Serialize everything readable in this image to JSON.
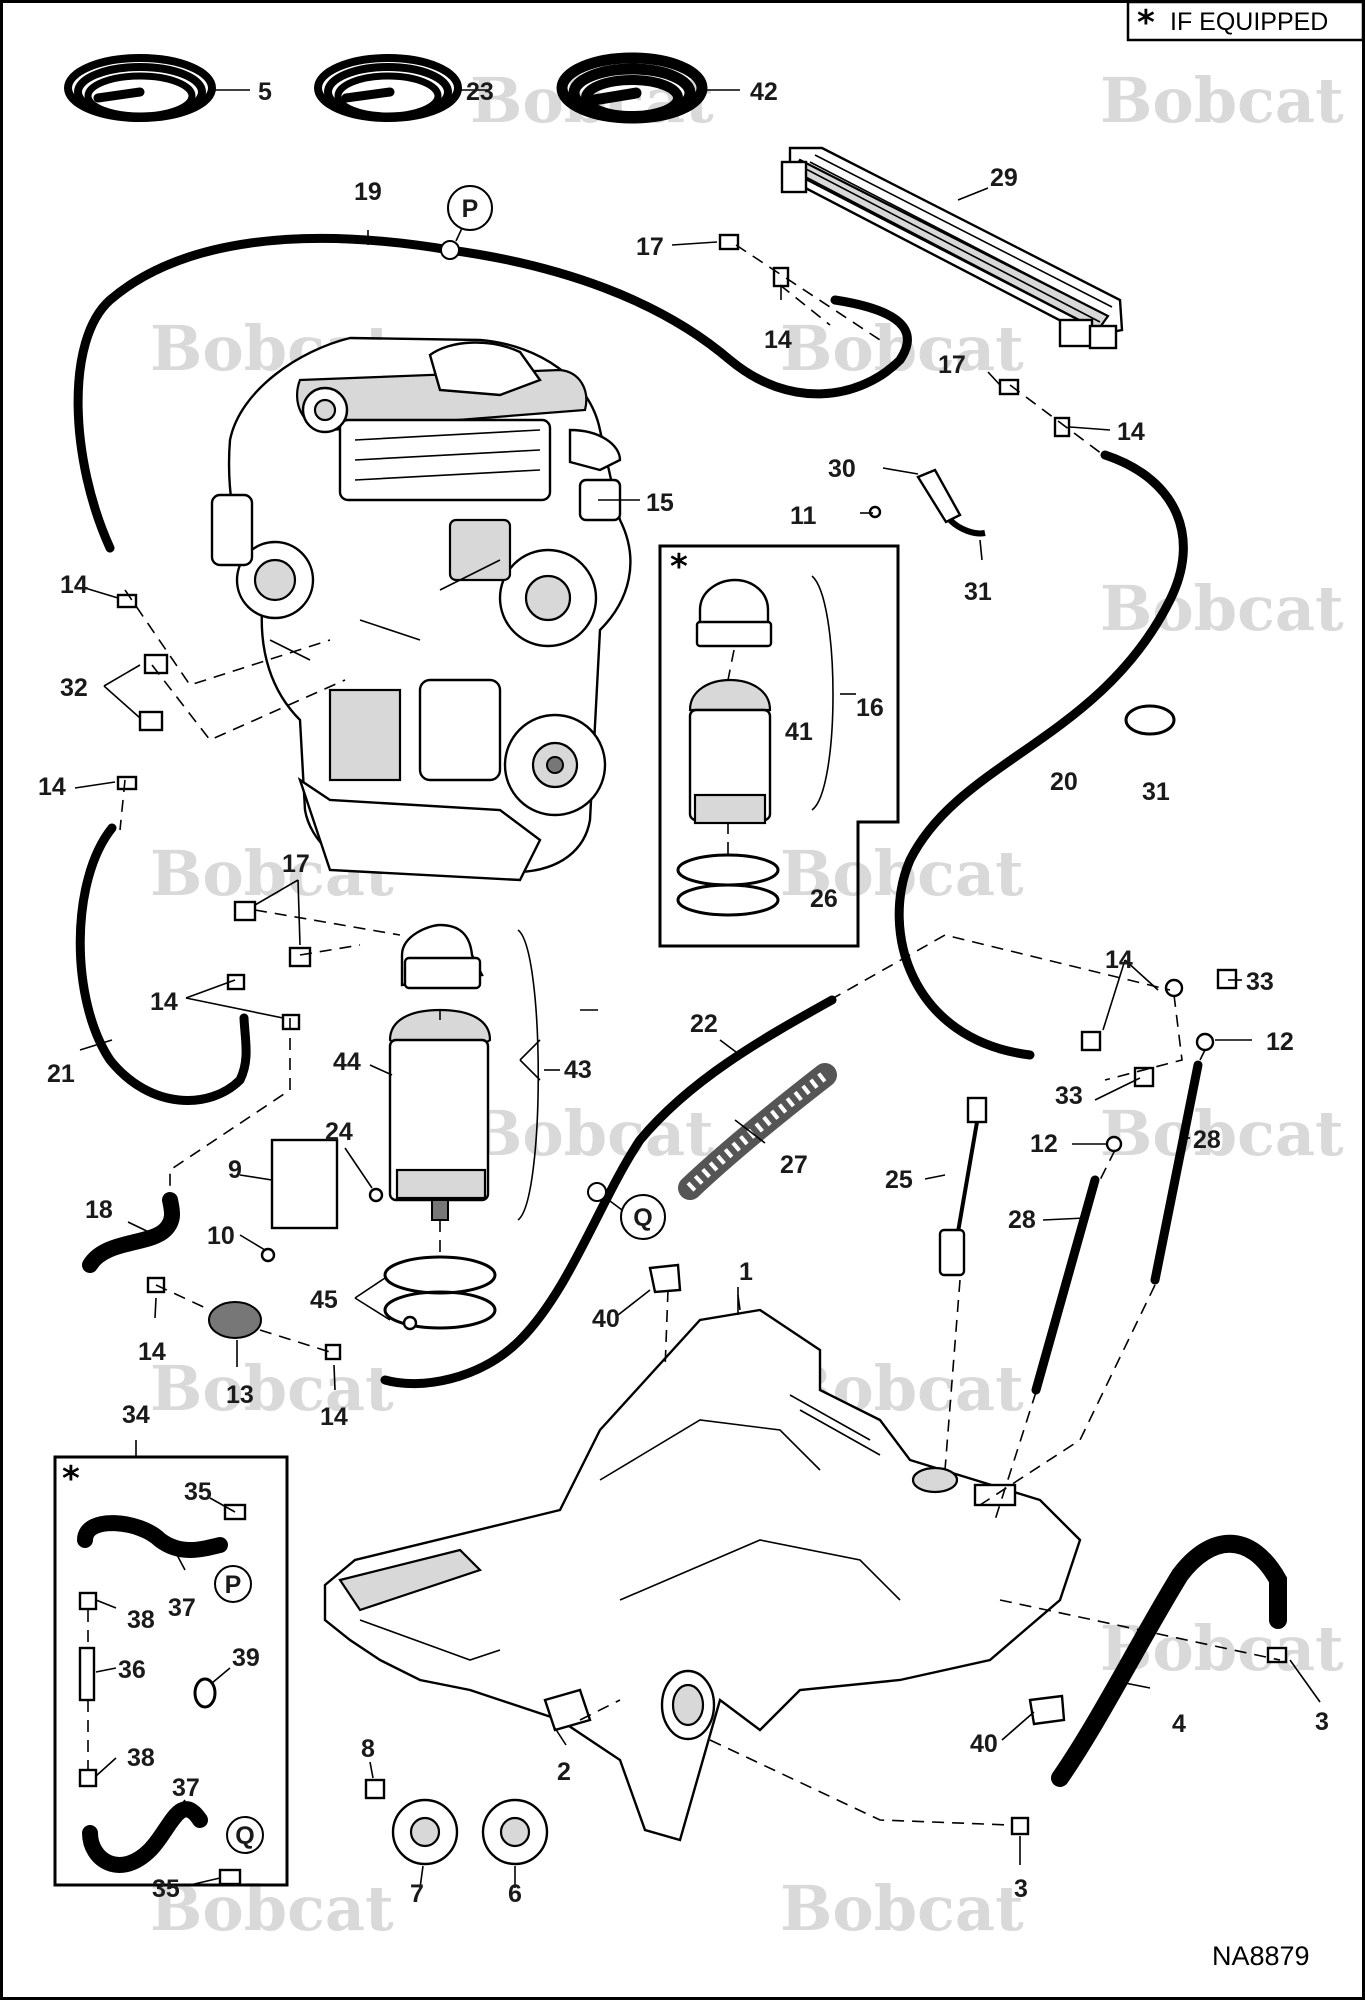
{
  "equipped_note": {
    "symbol": "*",
    "text": "IF EQUIPPED"
  },
  "watermark": "Bobcat",
  "drawing_code": "NA8879",
  "subgroup_markers": {
    "star": "*",
    "p": "P",
    "q": "Q"
  },
  "callouts": {
    "c1": "1",
    "c2": "2",
    "c3": "3",
    "c4": "4",
    "c5": "5",
    "c6": "6",
    "c7": "7",
    "c8": "8",
    "c9": "9",
    "c10": "10",
    "c11": "11",
    "c12": "12",
    "c13": "13",
    "c14": "14",
    "c15": "15",
    "c16": "16",
    "c17": "17",
    "c18": "18",
    "c19": "19",
    "c20": "20",
    "c21": "21",
    "c22": "22",
    "c23": "23",
    "c24": "24",
    "c25": "25",
    "c26": "26",
    "c27": "27",
    "c28": "28",
    "c29": "29",
    "c30": "30",
    "c31": "31",
    "c32": "32",
    "c33": "33",
    "c34": "34",
    "c35": "35",
    "c36": "36",
    "c37": "37",
    "c38": "38",
    "c39": "39",
    "c40": "40",
    "c41": "41",
    "c42": "42",
    "c43": "43",
    "c44": "44",
    "c45": "45"
  }
}
